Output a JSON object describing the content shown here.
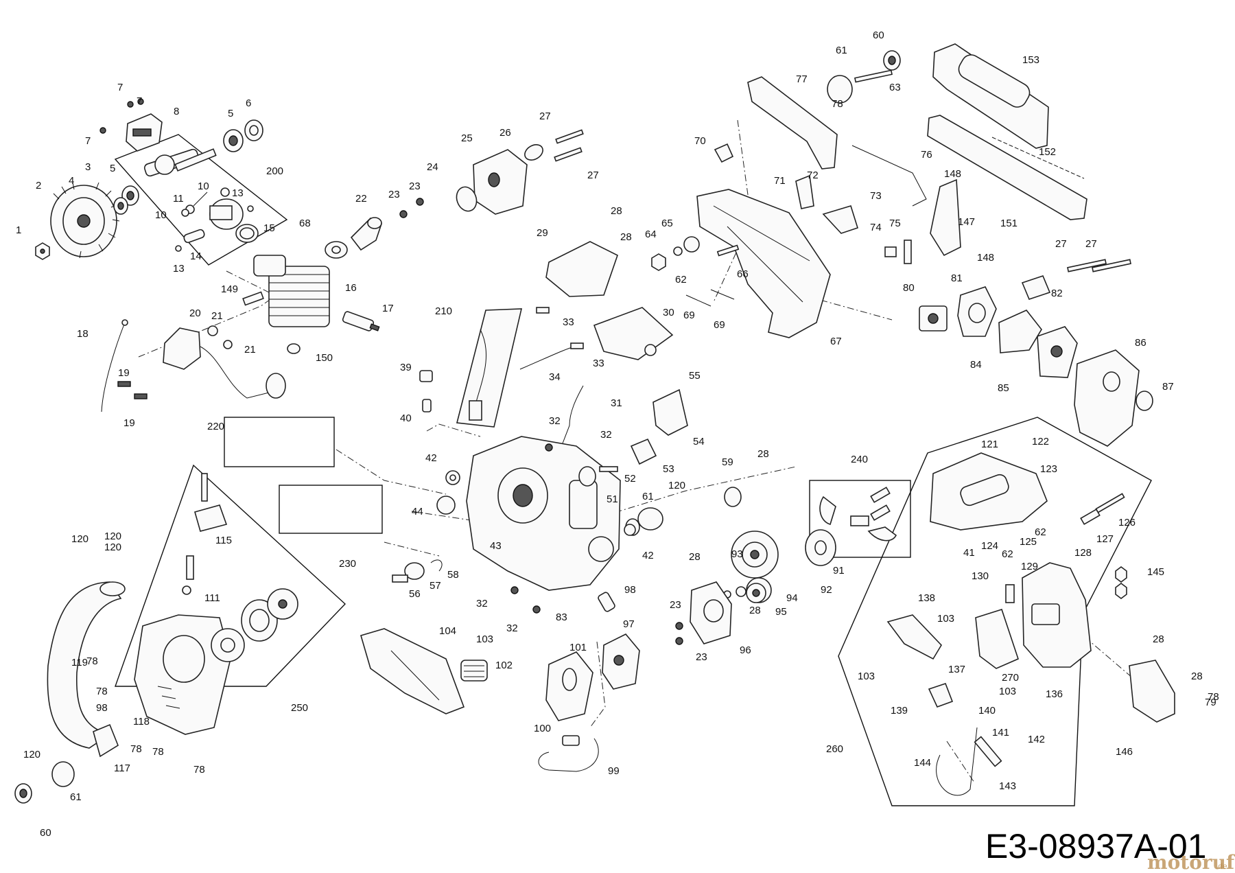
{
  "diagram": {
    "code": "E3-08937A-01",
    "watermark": {
      "main": "motoruf",
      "suffix": ".de"
    },
    "labels": [
      "1",
      "2",
      "3",
      "4",
      "5",
      "5",
      "6",
      "7",
      "7",
      "7",
      "8",
      "10",
      "10",
      "11",
      "13",
      "13",
      "14",
      "15",
      "16",
      "17",
      "18",
      "19",
      "19",
      "20",
      "21",
      "21",
      "22",
      "23",
      "23",
      "23",
      "23",
      "24",
      "25",
      "26",
      "27",
      "27",
      "27",
      "27",
      "28",
      "28",
      "28",
      "28",
      "28",
      "28",
      "28",
      "29",
      "30",
      "31",
      "32",
      "32",
      "32",
      "32",
      "33",
      "33",
      "34",
      "39",
      "40",
      "41",
      "42",
      "42",
      "43",
      "44",
      "51",
      "52",
      "53",
      "54",
      "55",
      "56",
      "57",
      "58",
      "59",
      "60",
      "60",
      "61",
      "61",
      "61",
      "62",
      "62",
      "62",
      "63",
      "64",
      "65",
      "66",
      "67",
      "68",
      "69",
      "69",
      "70",
      "71",
      "72",
      "73",
      "74",
      "75",
      "76",
      "77",
      "78",
      "78",
      "78",
      "78",
      "78",
      "78",
      "78",
      "79",
      "80",
      "81",
      "82",
      "83",
      "84",
      "85",
      "86",
      "87",
      "91",
      "92",
      "93",
      "94",
      "95",
      "96",
      "97",
      "98",
      "98",
      "99",
      "100",
      "101",
      "102",
      "103",
      "103",
      "103",
      "103",
      "104",
      "111",
      "115",
      "117",
      "118",
      "119",
      "120",
      "120",
      "120",
      "120",
      "120",
      "121",
      "122",
      "123",
      "124",
      "125",
      "126",
      "127",
      "128",
      "129",
      "130",
      "136",
      "137",
      "138",
      "139",
      "140",
      "141",
      "142",
      "143",
      "144",
      "145",
      "146",
      "147",
      "148",
      "148",
      "149",
      "150",
      "151",
      "152",
      "153",
      "200",
      "210",
      "220",
      "230",
      "240",
      "250",
      "260",
      "270"
    ]
  }
}
